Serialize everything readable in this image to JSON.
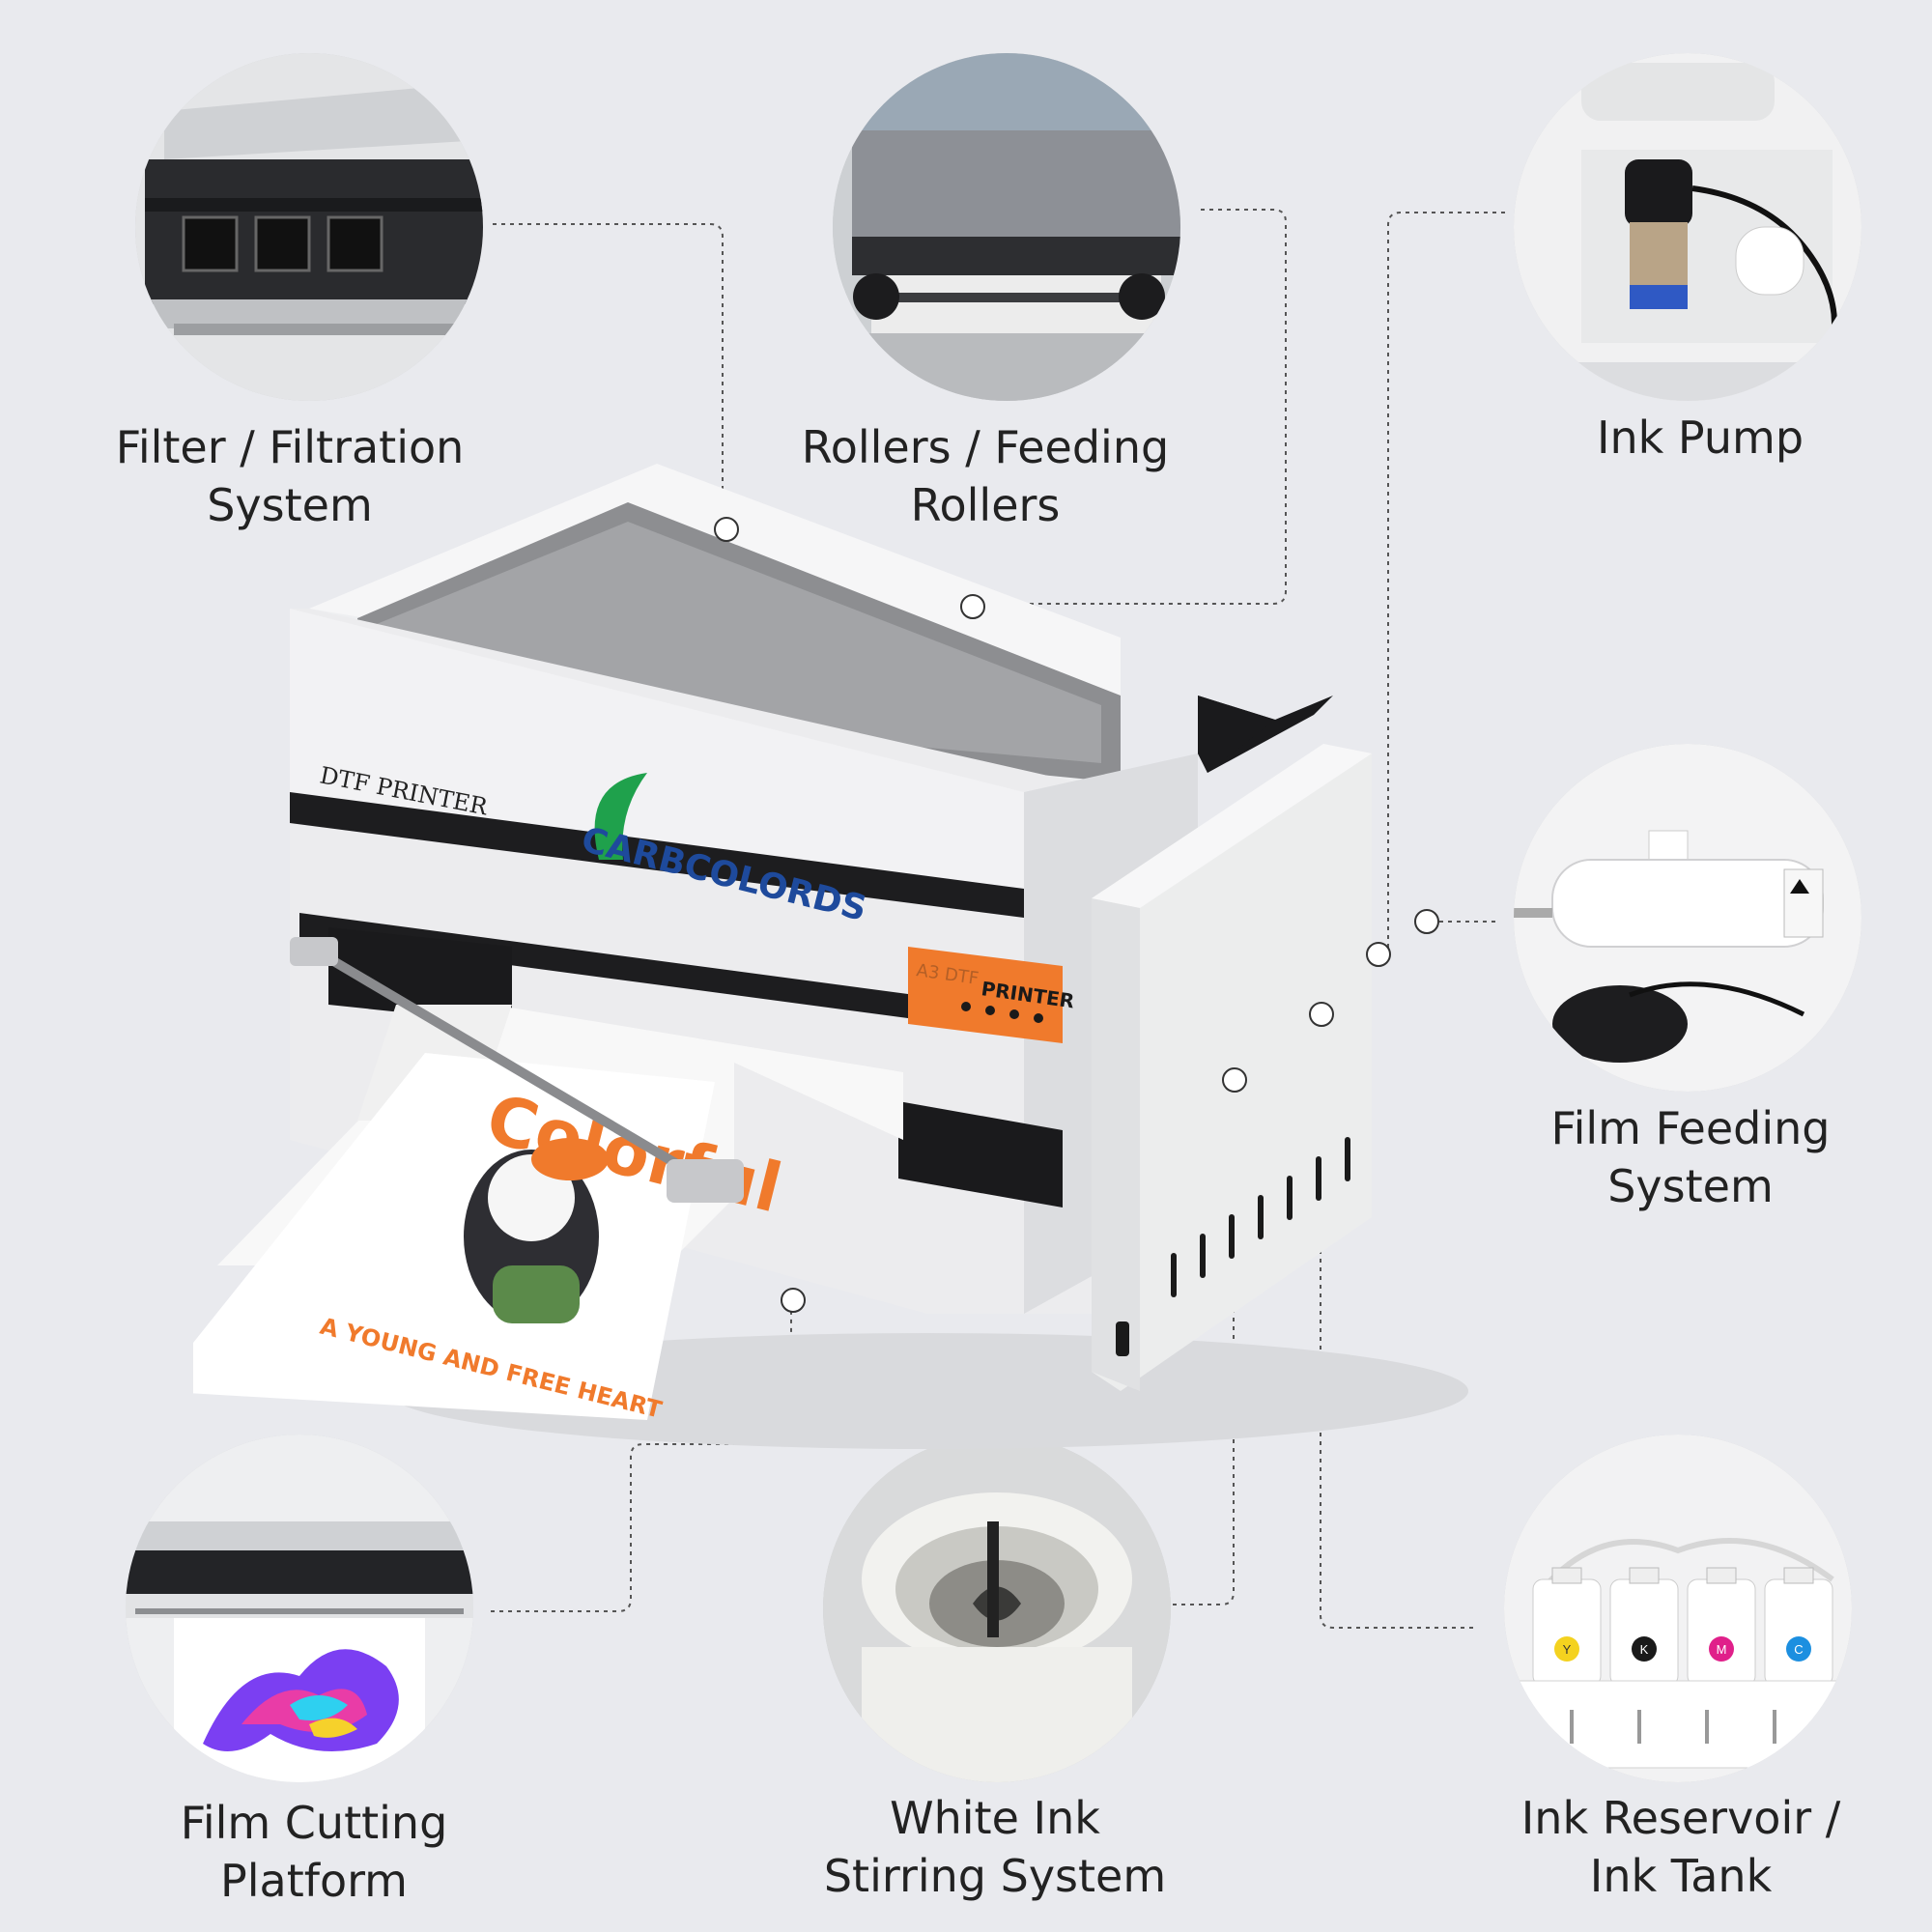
{
  "components": [
    {
      "id": "filter",
      "label": "Filter / Filtration\nSystem"
    },
    {
      "id": "rollers",
      "label": "Rollers / Feeding\nRollers"
    },
    {
      "id": "ink-pump",
      "label": "Ink Pump"
    },
    {
      "id": "film-feeding",
      "label": "Film Feeding\nSystem"
    },
    {
      "id": "film-cutting",
      "label": "Film Cutting\nPlatform"
    },
    {
      "id": "white-ink",
      "label": "White Ink\nStirring System"
    },
    {
      "id": "ink-reservoir",
      "label": "Ink Reservoir /\nInk Tank"
    }
  ],
  "printer": {
    "model_label": "DTF PRINTER",
    "brand": "CARBCOLORDS",
    "panel_line1": "A3 DTF",
    "panel_line2": "PRINTER",
    "print_headline": "Colorful",
    "print_tagline": "A YOUNG AND FREE HEART"
  },
  "ink_caps": [
    "Y",
    "K",
    "M",
    "C"
  ],
  "colors": {
    "background": "#e9eaee",
    "panel_orange": "#f07a2c",
    "brand_blue": "#1e4a9c",
    "print_orange": "#f07a2c"
  }
}
